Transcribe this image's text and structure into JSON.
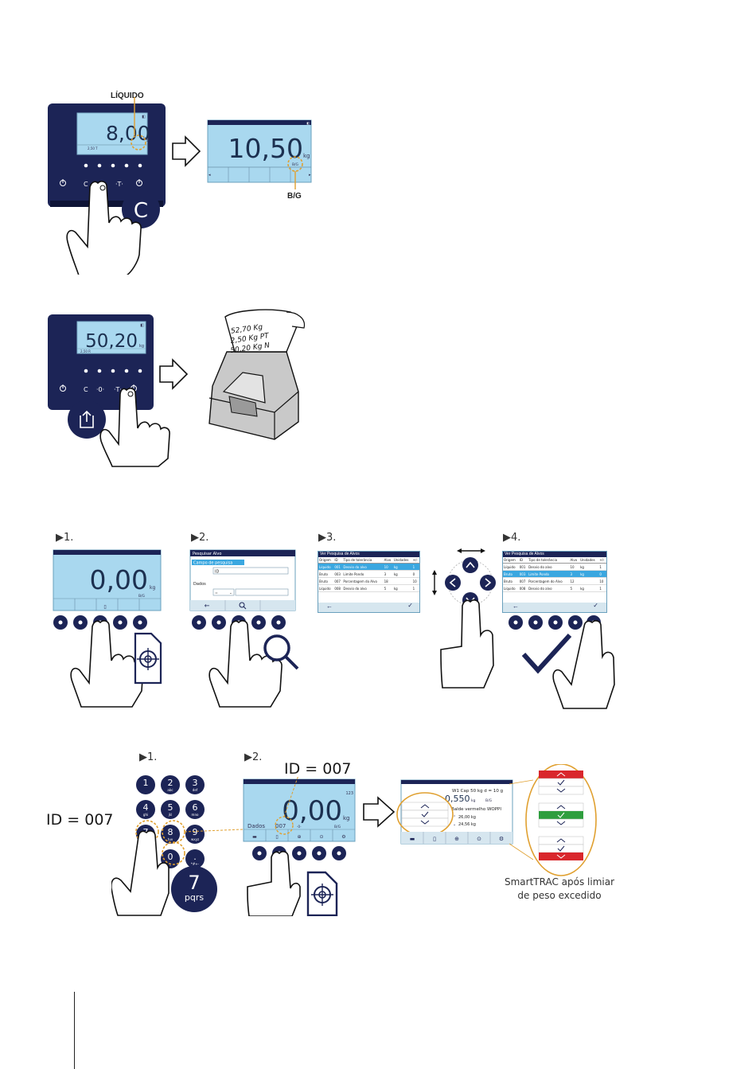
{
  "fig1": {
    "liquido_label": "LÍQUIDO",
    "net_value": "8,00",
    "net_unit": "kg",
    "gross_value": "10,50",
    "gross_unit": "kg",
    "bg_small": "B/G",
    "bg_label": "B/G",
    "clear_key": "C"
  },
  "fig2": {
    "display_value": "50,20",
    "display_unit": "kg",
    "ticket_line1": "52,70 Kg",
    "ticket_line2": "2,50   Kg PT",
    "ticket_line3": "50,20 Kg N"
  },
  "fig3": {
    "step1": "1.",
    "step2": "2.",
    "step3": "3.",
    "step4": "4.",
    "s1_value": "0,00",
    "s1_unit": "kg",
    "s1_bg": "B/G",
    "s2_title": "Pesquisar Alvo",
    "s2_field_label": "Campo de pesquisa",
    "s2_field_value": "ID",
    "s2_data_label": "Dados",
    "table_title": "Ver Pesquisa de Alvos",
    "table_headers": [
      "Origem",
      "ID",
      "Tipo de tolerância",
      "Alvo",
      "Unidades",
      "+/-"
    ],
    "table_rows_3": [
      [
        "Líquido",
        "001",
        "Desvio do alvo",
        "10",
        "kg",
        "1"
      ],
      [
        "Bruto",
        "003",
        "Limite Pondo",
        "3",
        "kg",
        "0"
      ],
      [
        "Bruto",
        "007",
        "Porcentagem do Alvo",
        "18",
        "",
        "10"
      ],
      [
        "Líquido",
        "008",
        "Desvio do alvo",
        "5",
        "kg",
        "1"
      ]
    ],
    "table_rows_4": [
      [
        "Líquido",
        "001",
        "Desvio do alvo",
        "10",
        "kg",
        "1"
      ],
      [
        "Bruto",
        "003",
        "Limite Pondo",
        "3",
        "kg",
        "0"
      ],
      [
        "Bruto",
        "007",
        "Porcentagem do Alvo",
        "12",
        "",
        "10"
      ],
      [
        "Líquido",
        "008",
        "Desvio do alvo",
        "5",
        "kg",
        "1"
      ]
    ]
  },
  "fig4": {
    "step1": "1.",
    "step2": "2.",
    "id_label_left": "ID = 007",
    "id_label_top": "ID = 007",
    "keypad": [
      {
        "d": "1",
        "l": ""
      },
      {
        "d": "2",
        "l": "abc"
      },
      {
        "d": "3",
        "l": "def"
      },
      {
        "d": "4",
        "l": "ghi"
      },
      {
        "d": "5",
        "l": "jkl"
      },
      {
        "d": "6",
        "l": "mno"
      },
      {
        "d": "7",
        "l": "pqrs"
      },
      {
        "d": "8",
        "l": "tuv"
      },
      {
        "d": "9",
        "l": "wxyz"
      },
      {
        "d": "←",
        "l": ""
      },
      {
        "d": "0",
        "l": "_"
      },
      {
        "d": ".",
        "l": "*#+-"
      }
    ],
    "big_key_digit": "7",
    "big_key_letters": "pqrs",
    "display_value": "0,00",
    "display_unit": "kg",
    "data_label": "Dados",
    "data_value": "007",
    "bg": "B/G",
    "tr_header": "W1  Cap 50 kg d = 10 g",
    "tr_value": "0,550",
    "tr_unit": "kg",
    "tr_bg": "B/G",
    "tr_item": "Balde vermelho WOPPI",
    "tr_hi": "26,00 kg",
    "tr_lo": "24,56 kg",
    "caption_line1": "SmartTRAC após limiar",
    "caption_line2": "de peso excedido"
  },
  "colors": {
    "terminal": "#1c2456",
    "screen": "#a9d8ef",
    "accent_orange": "#e0a030",
    "tr_red": "#d9262c",
    "tr_green": "#2e9e3e",
    "table_highlight": "#3aa7e0"
  }
}
